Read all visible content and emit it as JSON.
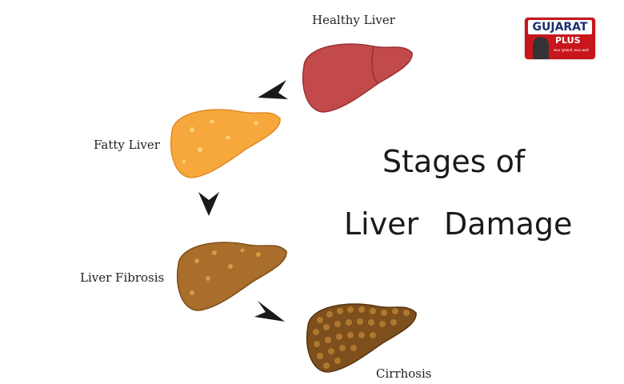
{
  "title": {
    "line1": "Stages  of",
    "line2a": "Liver",
    "line2b": "Damage"
  },
  "stages": [
    {
      "label": "Healthy  Liver",
      "color": "#c24a4b"
    },
    {
      "label": "Fatty  Liver",
      "color": "#f6a83c"
    },
    {
      "label": "Liver Fibrosis",
      "color": "#a96d2c"
    },
    {
      "label": "Cirrhosis",
      "color": "#7d4f1d"
    }
  ],
  "logo": {
    "name": "GUJARAT",
    "sub": "PLUS",
    "tagline": "સાચા ગુજરાતી, સાચા સાથી"
  },
  "arrow_color": "#1a1a1a"
}
